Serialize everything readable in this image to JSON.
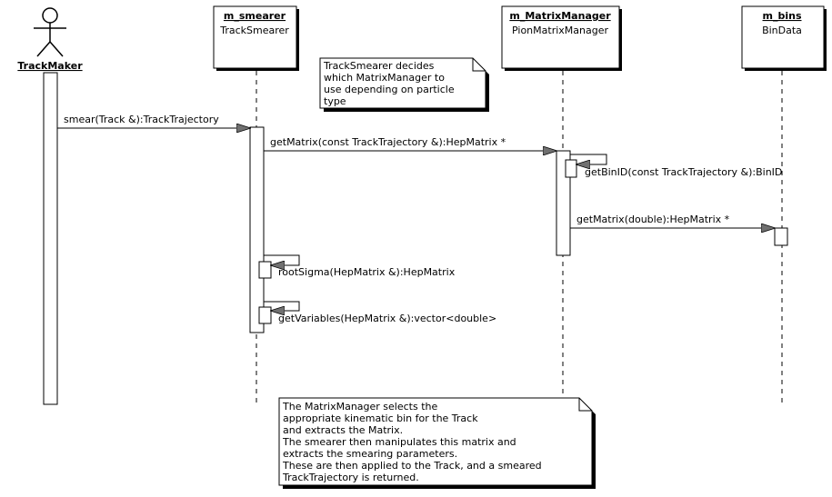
{
  "actor": {
    "name": "TrackMaker"
  },
  "objects": [
    {
      "name": "m_smearer",
      "class": "TrackSmearer"
    },
    {
      "name": "m_MatrixManager",
      "class": "PionMatrixManager"
    },
    {
      "name": "m_bins",
      "class": "BinData"
    }
  ],
  "messages": [
    "smear(Track &):TrackTrajectory",
    "getMatrix(const TrackTrajectory &):HepMatrix *",
    "getBinID(const TrackTrajectory &):BinID",
    "getMatrix(double):HepMatrix *",
    "rootSigma(HepMatrix &):HepMatrix",
    "getVariables(HepMatrix &):vector<double>"
  ],
  "notes": {
    "note1": [
      "TrackSmearer decides",
      "which MatrixManager to",
      "use depending on particle",
      "type"
    ],
    "note2": [
      "The MatrixManager selects the",
      "appropriate kinematic bin for the Track",
      "and extracts the Matrix.",
      "The smearer then manipulates this matrix and",
      "extracts the smearing parameters.",
      "These are then applied to the Track, and a smeared",
      "TrackTrajectory is returned."
    ]
  }
}
